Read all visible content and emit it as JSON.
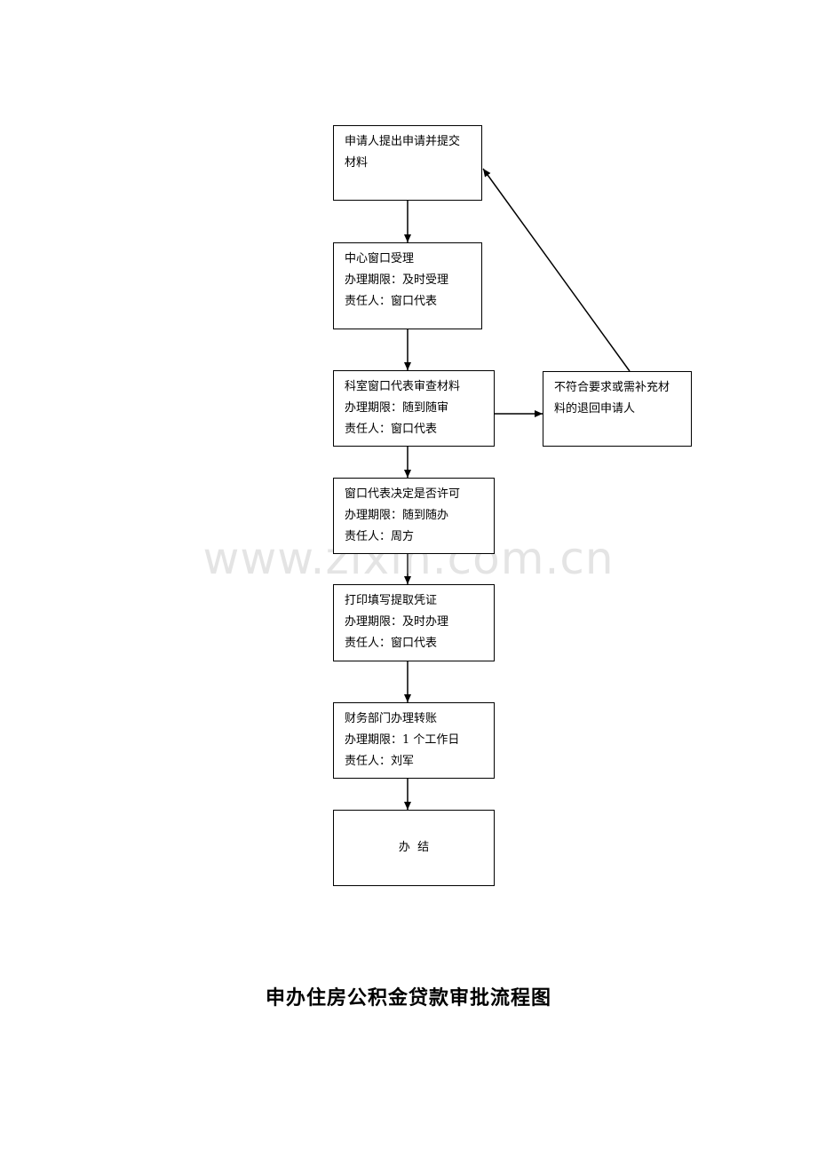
{
  "watermark": "www.zixin.com.cn",
  "title": "申办住房公积金贷款审批流程图",
  "nodes": {
    "n1": [
      "申请人提出申请并提交",
      "材料"
    ],
    "n2": [
      "中心窗口受理",
      "办理期限：及时受理",
      "责任人：窗口代表"
    ],
    "n3": [
      "科室窗口代表审查材料",
      "办理期限：随到随审",
      "责任人：窗口代表"
    ],
    "n4": [
      "不符合要求或需补充材",
      "料的退回申请人"
    ],
    "n5": [
      "窗口代表决定是否许可",
      "办理期限：随到随办",
      "责任人：周方"
    ],
    "n6": [
      "打印填写提取凭证",
      "办理期限：及时办理",
      "责任人：窗口代表"
    ],
    "n7": [
      "财务部门办理转账",
      "办理期限：1 个工作日",
      "责任人：刘军"
    ],
    "n8": "办  结"
  }
}
